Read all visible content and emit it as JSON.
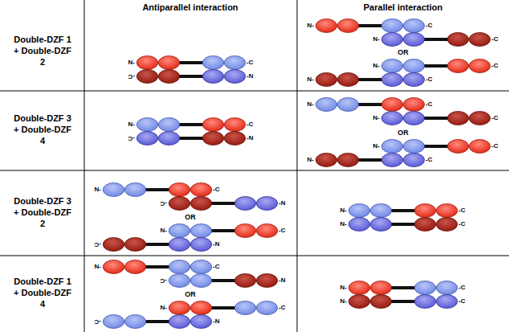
{
  "diagram": {
    "labels": [
      "Antiparallel interaction",
      "Parallel interaction",
      "Double-DZF 1 + Double-DZF 2",
      "N-",
      "-C",
      "-C",
      "-N",
      "N-",
      "-C",
      "N-",
      "-C",
      "OR",
      "N-",
      "-C",
      "N-",
      "-C",
      "Double-DZF 3 + Double-DZF 4",
      "N-",
      "-C",
      "-C",
      "-N",
      "N-",
      "-C",
      "N-",
      "-C",
      "OR",
      "N-",
      "-C",
      "N-",
      "-C",
      "Double-DZF 3 + Double-DZF 2",
      "N-",
      "-C",
      "-C",
      "-N",
      "OR",
      "N-",
      "-C",
      "-C",
      "-N",
      "N-",
      "-C",
      "N-",
      "-C",
      "Double-DZF 1 + Double-DZF 4",
      "N-",
      "-C",
      "-C",
      "-N",
      "OR",
      "N-",
      "-C",
      "-C",
      "-N",
      "N-",
      "-C",
      "N-",
      "-C"
    ]
  }
}
